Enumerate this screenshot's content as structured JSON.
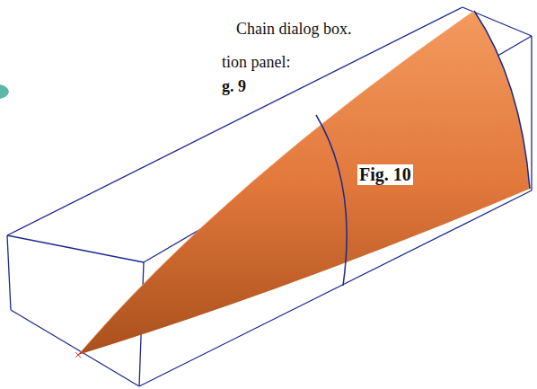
{
  "diagram": {
    "labels": [
      "Chain dialog box.",
      "tion panel:",
      "g. 9",
      "Fig. 10"
    ]
  }
}
